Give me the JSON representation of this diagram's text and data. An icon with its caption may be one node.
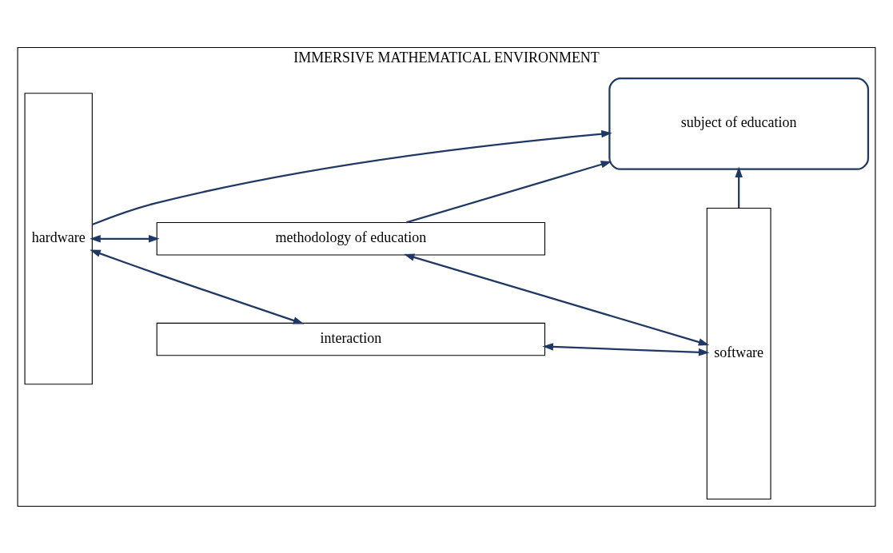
{
  "diagram": {
    "nodes": [
      {
        "text": [
          "IMMERSIVE MATHEMATICAL ENVIRONMENT"
        ]
      },
      {
        "text": [
          "hardware"
        ],
        "in": 0
      },
      {
        "text": [
          "interaction"
        ],
        "in": 0
      },
      {
        "text": [
          "subject of education"
        ],
        "in": 0
      },
      {
        "text": [
          "software"
        ],
        "in": 0
      },
      {
        "text": [
          "methodology of education"
        ],
        "in": 0
      }
    ],
    "edges": [
      {
        "from": 1,
        "to": 2,
        "arrow": "both"
      },
      {
        "from": 2,
        "to": 4,
        "arrow": "both"
      },
      {
        "from": 1,
        "to": 3,
        "arrow": "to"
      },
      {
        "from": 4,
        "to": 3,
        "arrow": "to"
      },
      {
        "from": 5,
        "to": 3,
        "arrow": "to"
      },
      {
        "from": 1,
        "to": 5,
        "arrow": "both"
      },
      {
        "from": 5,
        "to": 4,
        "arrow": "both"
      }
    ]
  }
}
